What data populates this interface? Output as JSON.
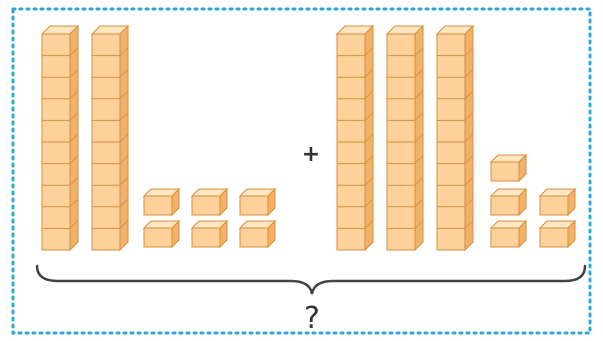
{
  "diagram": {
    "operator": "+",
    "question": "?",
    "colors": {
      "cube_front": "#fcd29a",
      "cube_top": "#fde6c2",
      "cube_side": "#f0b26a",
      "cube_edge": "#d98f3c",
      "frame": "#2fa6d8",
      "brace": "#444444"
    },
    "left_group": {
      "rods": 2,
      "cubes": 6
    },
    "right_group": {
      "rods": 3,
      "cubes": 5
    }
  }
}
